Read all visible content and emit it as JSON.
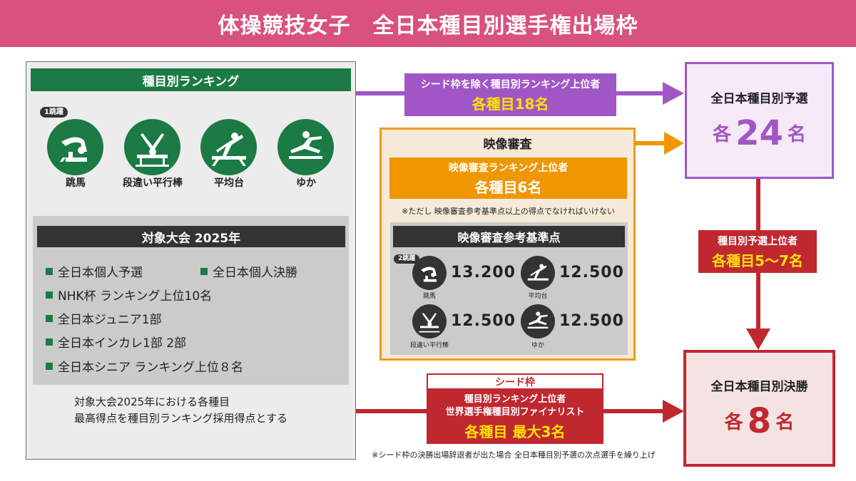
{
  "title": "体操競技女子　全日本種目別選手権出場枠",
  "ranking": {
    "header": "種目別ランキング",
    "apparatus": [
      {
        "label": "跳馬",
        "badge": "1跳躍"
      },
      {
        "label": "段違い平行棒"
      },
      {
        "label": "平均台"
      },
      {
        "label": "ゆか"
      }
    ]
  },
  "target_competitions": {
    "header": "対象大会 2025年",
    "items": [
      "全日本個人予選",
      "全日本個人決勝",
      "NHK杯 ランキング上位10名",
      "全日本ジュニア1部",
      "全日本インカレ1部 2部",
      "全日本シニア ランキング上位８名"
    ],
    "note_line1": "対象大会2025年における各種目",
    "note_line2": "最高得点を種目別ランキング採用得点とする"
  },
  "purple_flow": {
    "line1": "シード枠を除く種目別ランキング上位者",
    "line2": "各種目18名"
  },
  "preliminary": {
    "title": "全日本種目別予選",
    "prefix": "各",
    "number": "24",
    "suffix": "名"
  },
  "video_review": {
    "title": "映像審査",
    "orange_line1": "映像審査ランキング上位者",
    "orange_line2": "各種目6名",
    "note": "※ただし 映像審査参考基準点以上の得点でなければいけない",
    "scores_header": "映像審査参考基準点",
    "scores": [
      {
        "label": "跳馬",
        "value": "13.200",
        "badge": "2跳躍"
      },
      {
        "label": "平均台",
        "value": "12.500"
      },
      {
        "label": "段違い平行棒",
        "value": "12.500"
      },
      {
        "label": "ゆか",
        "value": "12.500"
      }
    ]
  },
  "red_flow": {
    "line1": "種目別予選上位者",
    "line2": "各種目5～7名"
  },
  "final": {
    "title": "全日本種目別決勝",
    "prefix": "各",
    "number": "8",
    "suffix": "名"
  },
  "seed": {
    "tag": "シード枠",
    "line1": "種目別ランキング上位者",
    "line2": "世界選手権種目別ファイナリスト",
    "line3": "各種目 最大3名",
    "note": "※シード枠の決勝出場辞退者が出た場合 全日本種目別予選の次点選手を繰り上げ"
  },
  "colors": {
    "header": "#d8517f",
    "green": "#1c7a45",
    "purple": "#a156c6",
    "orange": "#ef9600",
    "red": "#c0282f",
    "yellow": "#ffe100"
  }
}
